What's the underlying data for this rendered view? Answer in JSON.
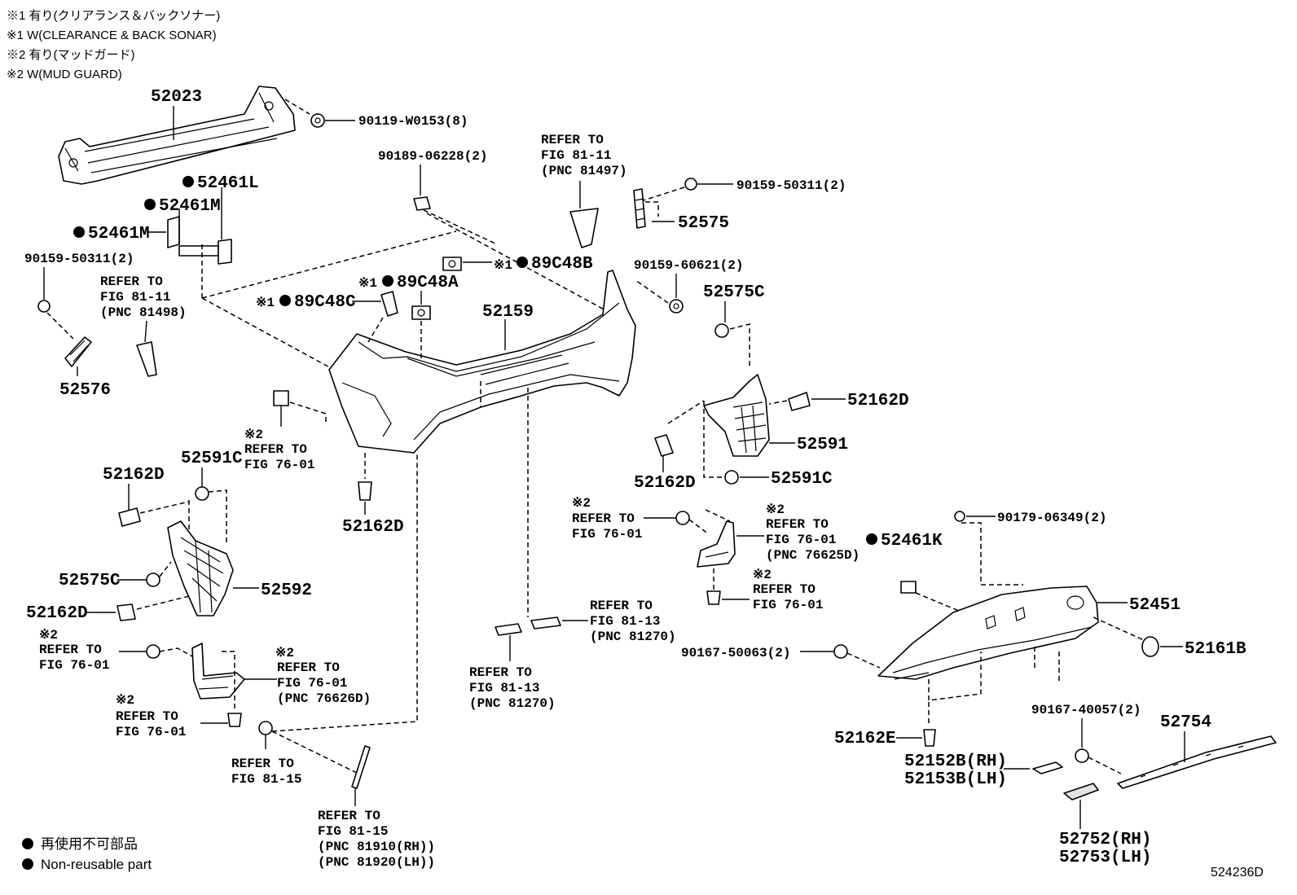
{
  "notes": [
    "※1  有り(クリアランス＆バックソナー)",
    "※1  W(CLEARANCE & BACK SONAR)",
    "※2  有り(マッドガード)",
    "※2  W(MUD GUARD)"
  ],
  "parts": {
    "p52023": "52023",
    "p90119": "90119-W0153(8)",
    "p52461L": "52461L",
    "p52461M_a": "52461M",
    "p52461M_b": "52461M",
    "p90159_l": "90159-50311(2)",
    "p52576": "52576",
    "p90189": "90189-06228(2)",
    "p90159_r": "90159-50311(2)",
    "p52575": "52575",
    "p89C48B": "89C48B",
    "p89C48A": "89C48A",
    "p89C48C": "89C48C",
    "p52159": "52159",
    "p90159_60621": "90159-60621(2)",
    "p52575C_r": "52575C",
    "p52162D_r1": "52162D",
    "p52591": "52591",
    "p52162D_r2": "52162D",
    "p52591C_r": "52591C",
    "p52162D_c": "52162D",
    "p52162D_l1": "52162D",
    "p52591C_l": "52591C",
    "p52575C_l": "52575C",
    "p52592": "52592",
    "p52162D_l2": "52162D",
    "p90179": "90179-06349(2)",
    "p52461K": "52461K",
    "p52451": "52451",
    "p52161B": "52161B",
    "p90167_50063": "90167-50063(2)",
    "p52162E": "52162E",
    "p90167_40057": "90167-40057(2)",
    "p52754": "52754",
    "p52152B": "52152B(RH)",
    "p52153B": "52153B(LH)",
    "p52752": "52752(RH)",
    "p52753": "52753(LH)"
  },
  "mark1": "※1",
  "mark2": "※2",
  "refs": {
    "r81497": [
      "REFER TO",
      "FIG 81-11",
      "(PNC 81497)"
    ],
    "r81498": [
      "REFER TO",
      "FIG 81-11",
      "(PNC 81498)"
    ],
    "r7601_a": [
      "REFER TO",
      "FIG 76-01"
    ],
    "r7601_b": [
      "REFER TO",
      "FIG 76-01"
    ],
    "r76625": [
      "REFER TO",
      "FIG 76-01",
      "(PNC 76625D)"
    ],
    "r7601_c": [
      "REFER TO",
      "FIG 76-01"
    ],
    "r7601_d": [
      "REFER TO",
      "FIG 76-01"
    ],
    "r76626": [
      "REFER TO",
      "FIG 76-01",
      "(PNC 76626D)"
    ],
    "r7601_e": [
      "REFER TO",
      "FIG 76-01"
    ],
    "r8115": [
      "REFER TO",
      "FIG 81-15"
    ],
    "r8115b": [
      "REFER TO",
      "FIG 81-15",
      "(PNC 81910(RH))",
      "(PNC 81920(LH))"
    ],
    "r8113_a": [
      "REFER TO",
      "FIG 81-13",
      "(PNC 81270)"
    ],
    "r8113_b": [
      "REFER TO",
      "FIG 81-13",
      "(PNC 81270)"
    ]
  },
  "legend": {
    "jp": "再使用不可部品",
    "en": "Non-reusable part"
  },
  "figure_id": "524236D"
}
